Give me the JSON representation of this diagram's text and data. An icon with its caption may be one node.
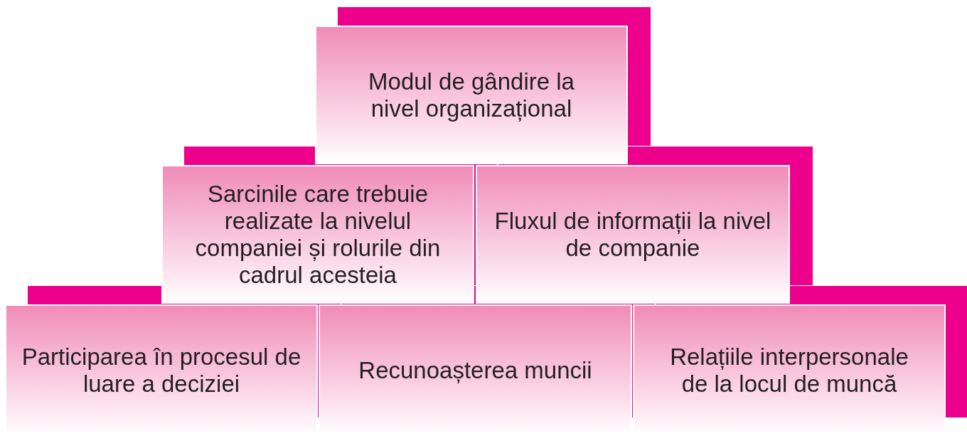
{
  "diagram": {
    "nodes": [
      {
        "text": [
          "Modul de gândire la nivel organizațional"
        ]
      },
      {
        "text": [
          "Sarcinile care trebuie realizate la nivelul companiei și rolurile din cadrul acesteia"
        ]
      },
      {
        "text": [
          "Fluxul de informații la nivel de companie"
        ]
      },
      {
        "text": [
          "Participarea în procesul de luare a deciziei"
        ]
      },
      {
        "text": [
          "Recunoașterea muncii"
        ]
      },
      {
        "text": [
          "Relațiile interpersonale de la locul de muncă"
        ]
      }
    ]
  }
}
